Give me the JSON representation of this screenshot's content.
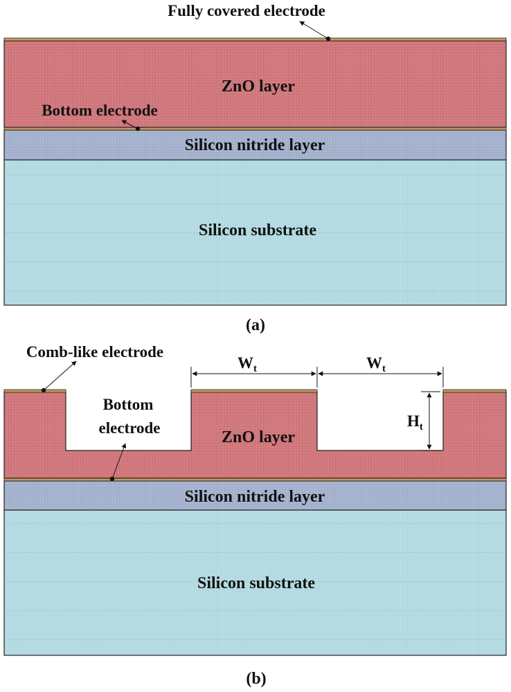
{
  "panel_a": {
    "caption": "(a)",
    "labels": {
      "top_electrode": "Fully covered electrode",
      "zno": "ZnO layer",
      "bottom_electrode": "Bottom electrode",
      "nitride": "Silicon nitride layer",
      "substrate": "Silicon substrate"
    }
  },
  "panel_b": {
    "caption": "(b)",
    "labels": {
      "comb_electrode": "Comb-like electrode",
      "bottom_electrode_line1": "Bottom",
      "bottom_electrode_line2": "electrode",
      "zno": "ZnO layer",
      "nitride": "Silicon nitride layer",
      "substrate": "Silicon substrate"
    },
    "dimensions": {
      "width_symbol": "W",
      "width_subscript": "t",
      "height_symbol": "H",
      "height_subscript": "t"
    }
  },
  "colors": {
    "zno": "#d47e82",
    "nitride": "#a9b7d2",
    "substrate": "#b6dde3",
    "electrode": "#c49a5c",
    "outline": "#222222"
  }
}
